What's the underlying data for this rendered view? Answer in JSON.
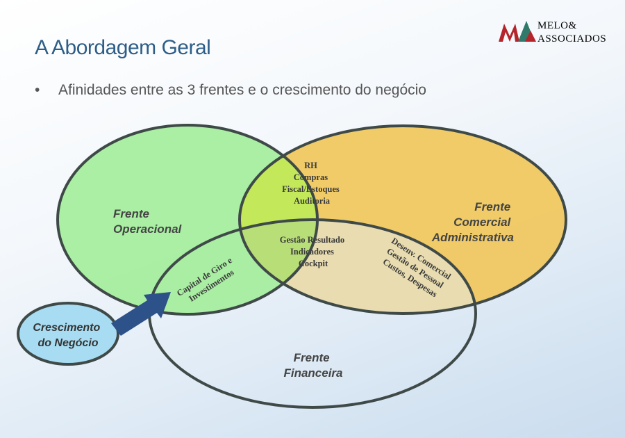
{
  "logo": {
    "line1": "MELO&",
    "line2": "ASSOCIADOS"
  },
  "title": "A Abordagem Geral",
  "bullet": "Afinidades entre as 3 frentes e o crescimento do negócio",
  "diagram": {
    "operacional": [
      "Frente",
      "Operacional"
    ],
    "comercial": [
      "Frente",
      "Comercial",
      "Administrativa"
    ],
    "financeira": [
      "Frente",
      "Financeira"
    ],
    "op_com": [
      "RH",
      "Compras",
      "Fiscal/Estoques",
      "Auditoria"
    ],
    "center": [
      "Gestão Resultado",
      "Indicadores",
      "Cockpit"
    ],
    "op_fin": [
      "Capital de Giro e",
      "Investimentos"
    ],
    "com_fin": [
      "Desenv. Comercial",
      "Gestão de Pessoal",
      "Custos, Despesas"
    ],
    "crescimento": [
      "Crescimento",
      "do Negócio"
    ]
  },
  "colors": {
    "title": "#2e5e88",
    "green": "#a4ee9c",
    "orange": "#f0c860",
    "overlap_green_orange": "#c3e85a",
    "overlap_orange_fin": "#e8dcb0",
    "circle_stroke": "#3f4a48",
    "crescimento_fill": "#a8dcf2",
    "arrow": "#2d5189"
  }
}
